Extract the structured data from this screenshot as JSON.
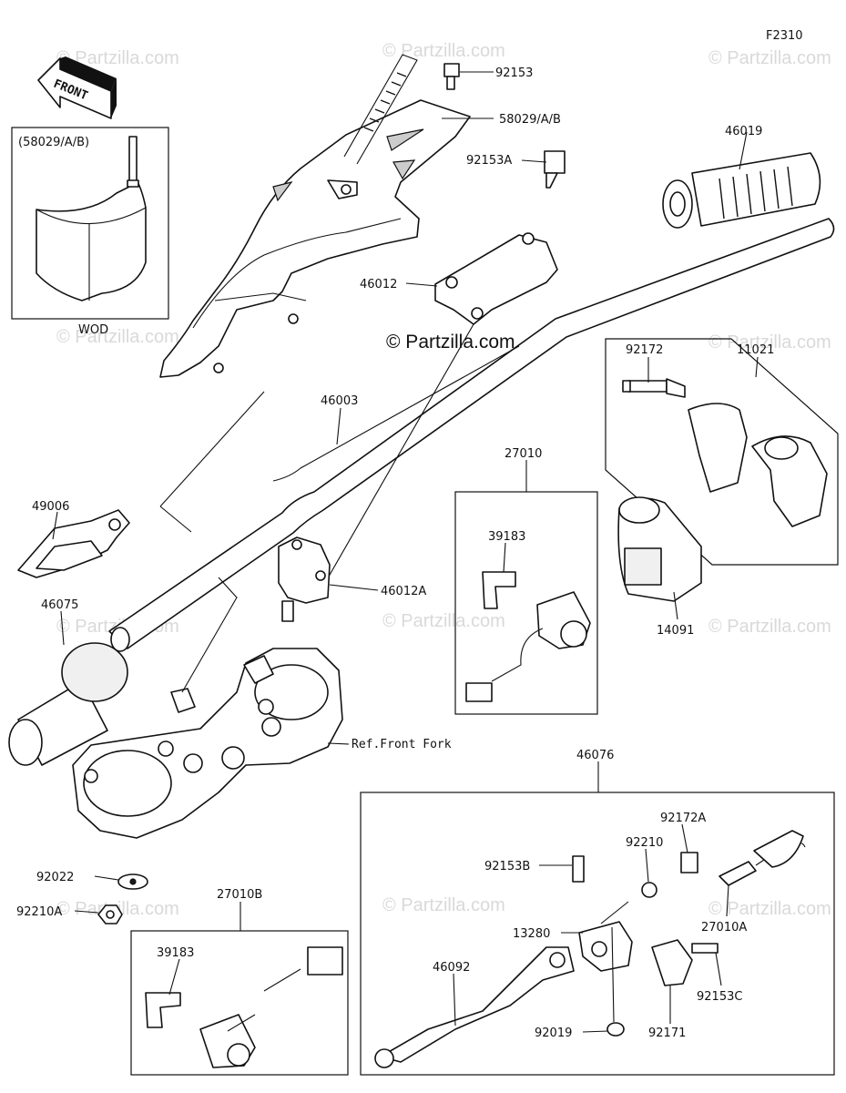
{
  "figure_code": "F2310",
  "watermarks": [
    "© Partzilla.com"
  ],
  "copyright_main": "© Partzilla.com",
  "front_arrow_label": "FRONT",
  "inset_box": {
    "label": "(58029/A/B)",
    "wod": "WOD"
  },
  "parts": {
    "p92153": "92153",
    "p58029": "58029/A/B",
    "p46019": "46019",
    "p92153A": "92153A",
    "p46012": "46012",
    "p46003": "46003",
    "p92172": "92172",
    "p11021": "11021",
    "p49006": "49006",
    "p27010": "27010",
    "p39183": "39183",
    "p46012A": "46012A",
    "p46075": "46075",
    "p14091": "14091",
    "ref_front_fork": "Ref.Front Fork",
    "p46076": "46076",
    "p92172A": "92172A",
    "p92210": "92210",
    "p92153B": "92153B",
    "p92022": "92022",
    "p27010B": "27010B",
    "p92210A": "92210A",
    "p27010A": "27010A",
    "p13280": "13280",
    "p39183b": "39183",
    "p46092": "46092",
    "p92153C": "92153C",
    "p92019": "92019",
    "p92171": "92171"
  }
}
